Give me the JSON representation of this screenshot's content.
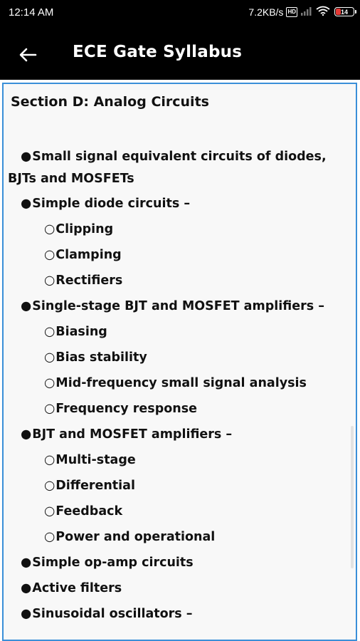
{
  "status_bar": {
    "time": "12:14 AM",
    "network_speed": "7.2KB/s",
    "hd_badge": "HD",
    "battery": "14",
    "battery_percent": 14,
    "battery_color": "#e53935"
  },
  "app_bar": {
    "title": "ECE Gate Syllabus",
    "back_icon": "arrow-left-icon"
  },
  "content": {
    "section_title": "Section D: Analog Circuits",
    "items": [
      {
        "level": 1,
        "bullet": "●",
        "text": "Small signal equivalent circuits of diodes,",
        "wrap": "BJTs and MOSFETs"
      },
      {
        "level": 1,
        "bullet": "●",
        "text": "Simple diode circuits –"
      },
      {
        "level": 2,
        "bullet": "○",
        "text": "Clipping"
      },
      {
        "level": 2,
        "bullet": "○",
        "text": "Clamping"
      },
      {
        "level": 2,
        "bullet": "○",
        "text": "Rectifiers"
      },
      {
        "level": 1,
        "bullet": "●",
        "text": "Single-stage BJT and MOSFET amplifiers –"
      },
      {
        "level": 2,
        "bullet": "○",
        "text": "Biasing"
      },
      {
        "level": 2,
        "bullet": "○",
        "text": "Bias stability"
      },
      {
        "level": 2,
        "bullet": "○",
        "text": "Mid-frequency small signal analysis"
      },
      {
        "level": 2,
        "bullet": "○",
        "text": "Frequency response"
      },
      {
        "level": 1,
        "bullet": "●",
        "text": "BJT and MOSFET amplifiers –"
      },
      {
        "level": 2,
        "bullet": "○",
        "text": "Multi-stage"
      },
      {
        "level": 2,
        "bullet": "○",
        "text": "Differential"
      },
      {
        "level": 2,
        "bullet": "○",
        "text": "Feedback"
      },
      {
        "level": 2,
        "bullet": "○",
        "text": "Power and operational"
      },
      {
        "level": 1,
        "bullet": "●",
        "text": "Simple op-amp circuits"
      },
      {
        "level": 1,
        "bullet": "●",
        "text": "Active filters"
      },
      {
        "level": 1,
        "bullet": "●",
        "text": "Sinusoidal oscillators –"
      }
    ]
  },
  "colors": {
    "accent_border": "#3a8fd8",
    "bar_background": "#000000"
  }
}
